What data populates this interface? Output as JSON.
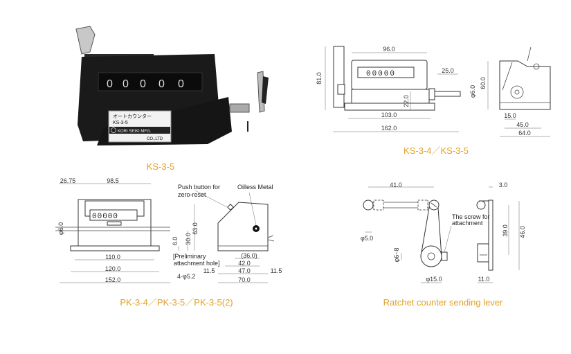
{
  "captions": {
    "photo": "KS-3-5",
    "ks": "KS-3-4／KS-3-5",
    "pk": "PK-3-4／PK-3-5／PK-3-5(2)",
    "lever": "Ratchet counter sending lever"
  },
  "photo": {
    "counter_digits": [
      "0",
      "0",
      "0",
      "0",
      "0"
    ],
    "label_line1": "オートカウンター",
    "label_line2": "KS-3-5",
    "label_line3": "KORI SEIKI MFG.",
    "label_line4": "CO.,LTD"
  },
  "ks_drawing": {
    "display": "00000",
    "dims": [
      "96.0",
      "25.0",
      "81.0",
      "22.0",
      "φ6.0",
      "103.0",
      "162.0",
      "60.0",
      "15.0",
      "45.0",
      "64.0"
    ]
  },
  "pk_drawing": {
    "display": "00000",
    "dims": [
      "26.75",
      "98.5",
      "63.0",
      "30.0",
      "6.0",
      "110.0",
      "120.0",
      "152.0",
      "φ6.0",
      "(36.0)",
      "42.0",
      "11.5",
      "47.0",
      "11.5",
      "70.0",
      "4-φ5.2"
    ],
    "notes": {
      "push1": "Push button for",
      "push2": "zero-reset",
      "oilless": "Oilless Metal",
      "hole1": "[Preliminary",
      "hole2": "attachment hole]"
    }
  },
  "lever_drawing": {
    "dims": [
      "41.0",
      "3.0",
      "φ5.0",
      "φ6~8",
      "φ15.0",
      "11.0",
      "39.0",
      "46.0"
    ],
    "notes": {
      "screw1": "The screw for",
      "screw2": "attachment"
    }
  },
  "colors": {
    "caption": "#e0a22a",
    "line": "#444444",
    "photo_body": "#1a1a1a"
  }
}
